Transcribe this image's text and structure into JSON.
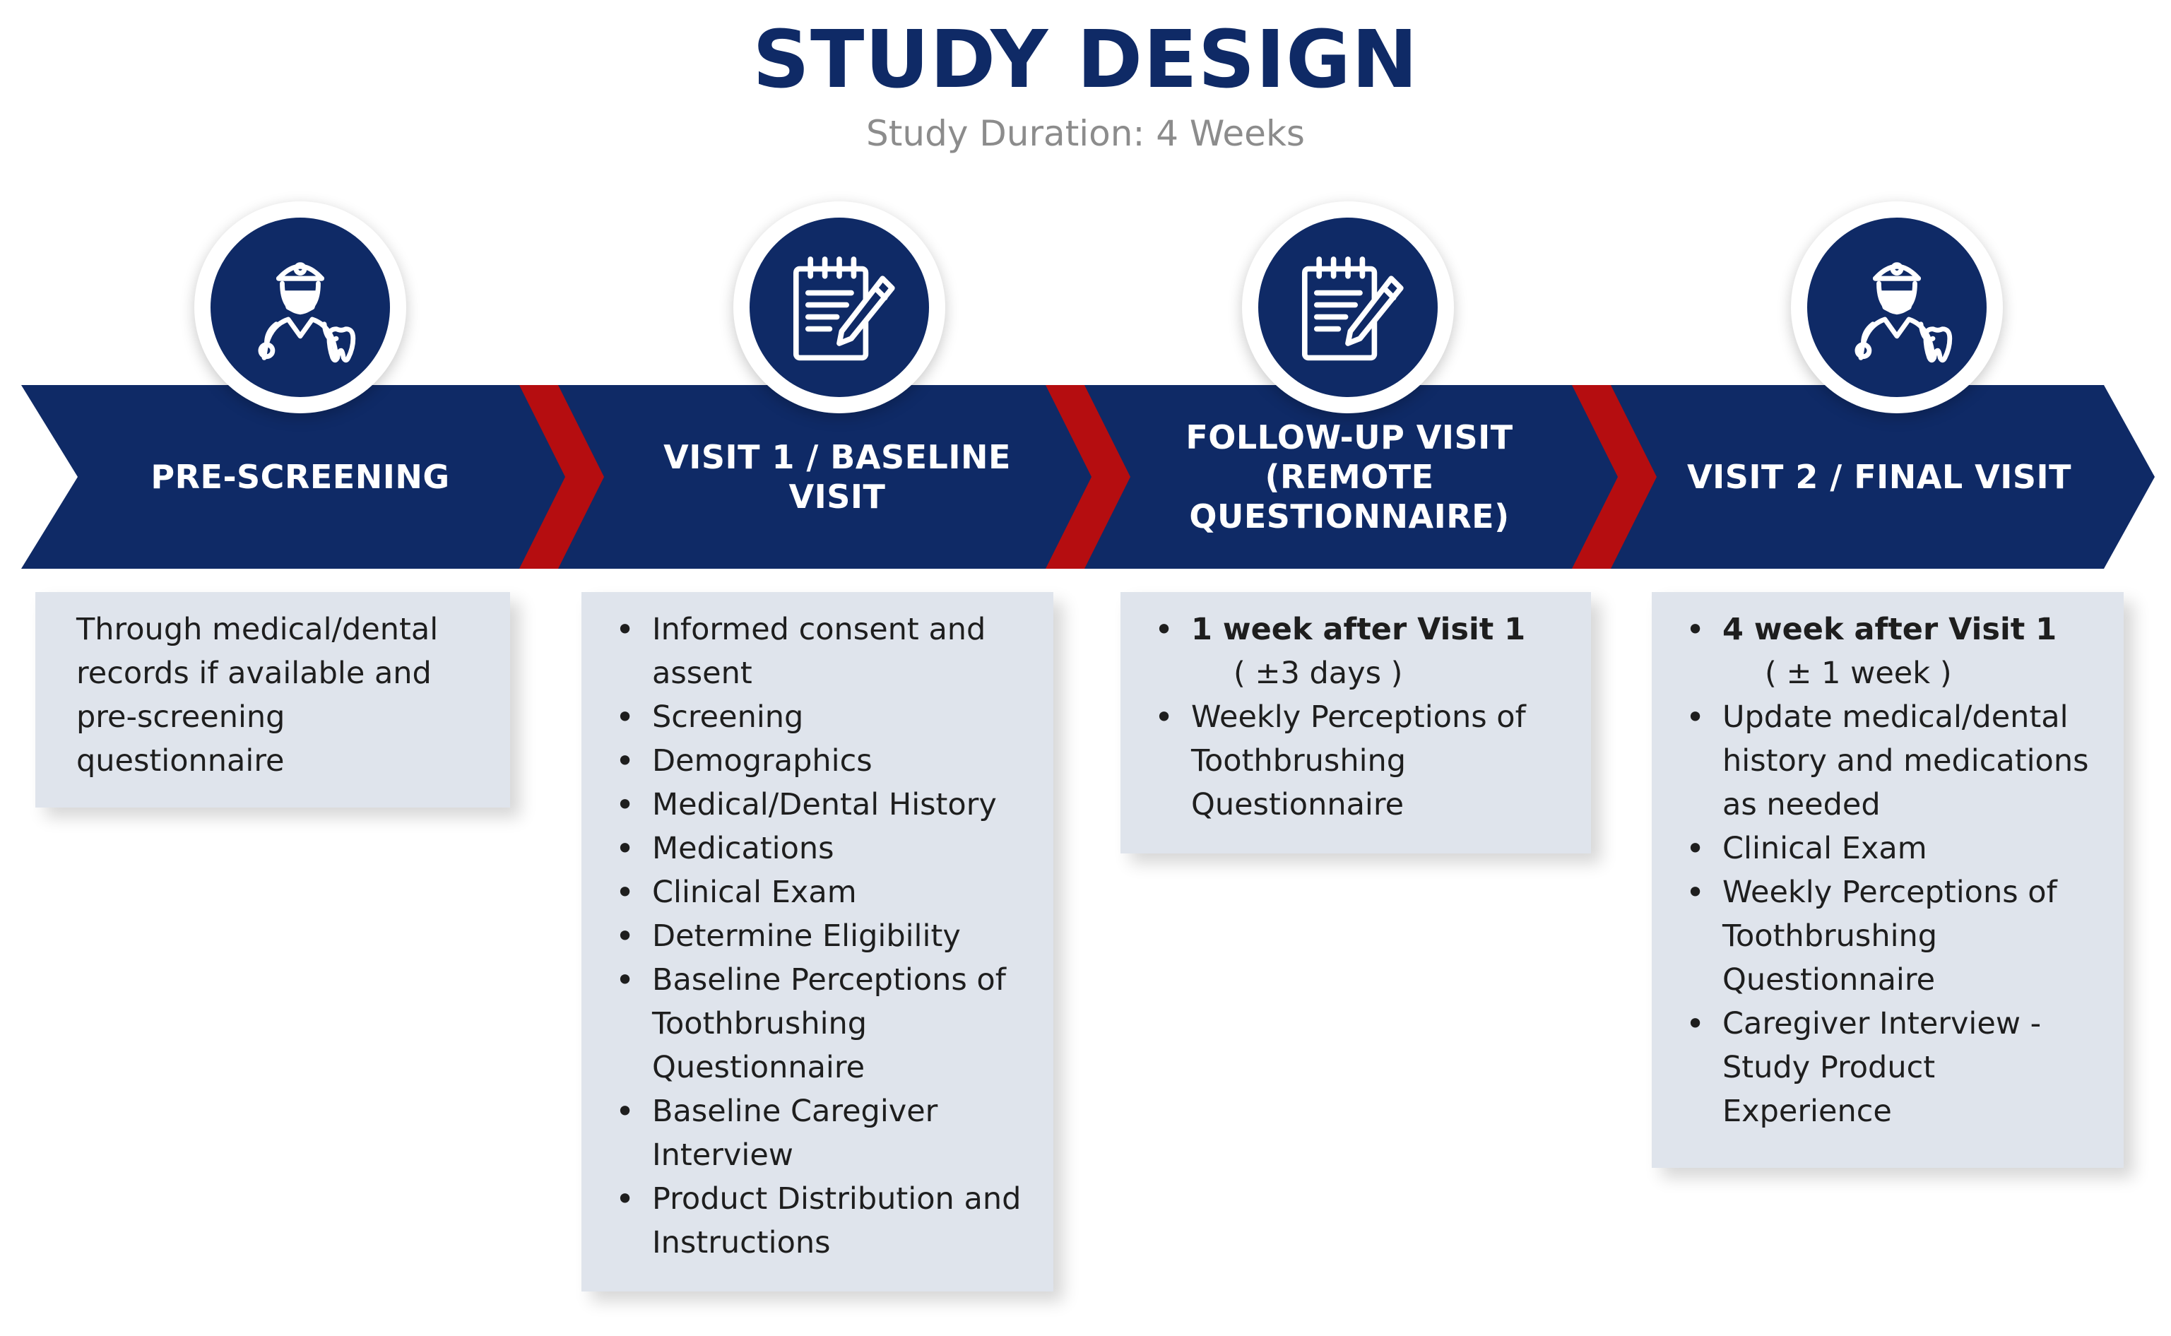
{
  "title": "STUDY DESIGN",
  "subtitle": "Study Duration: 4 Weeks",
  "colors": {
    "navy": "#0f2a66",
    "red": "#b50d10",
    "box": "#dfe4ec",
    "subtitle": "#8c8c8c"
  },
  "stages": [
    {
      "label": "PRE-SCREENING",
      "icon": "dentist-icon"
    },
    {
      "label": "VISIT 1 / BASELINE\nVISIT",
      "icon": "notepad-pencil-icon"
    },
    {
      "label": "FOLLOW-UP VISIT\n(REMOTE\nQUESTIONNAIRE)",
      "icon": "notepad-pencil-icon"
    },
    {
      "label": "VISIT 2 / FINAL VISIT",
      "icon": "dentist-icon"
    }
  ],
  "details": {
    "prescreening": "Through medical/dental records if available and pre-screening questionnaire",
    "visit1": [
      "Informed consent and assent",
      "Screening",
      "Demographics",
      "Medical/Dental History",
      "Medications",
      "Clinical Exam",
      "Determine Eligibility",
      "Baseline Perceptions of Toothbrushing Questionnaire",
      "Baseline Caregiver Interview",
      "Product Distribution and Instructions"
    ],
    "followup": {
      "timing": "1 week after Visit 1",
      "window": "( ±3 days )",
      "items": [
        "Weekly Perceptions of Toothbrushing Questionnaire"
      ]
    },
    "visit2": {
      "timing": "4 week after Visit 1",
      "window": "( ± 1 week )",
      "items": [
        "Update medical/dental history and medications as needed",
        "Clinical Exam",
        "Weekly Perceptions of Toothbrushing Questionnaire",
        "Caregiver Interview - Study Product Experience"
      ]
    }
  }
}
